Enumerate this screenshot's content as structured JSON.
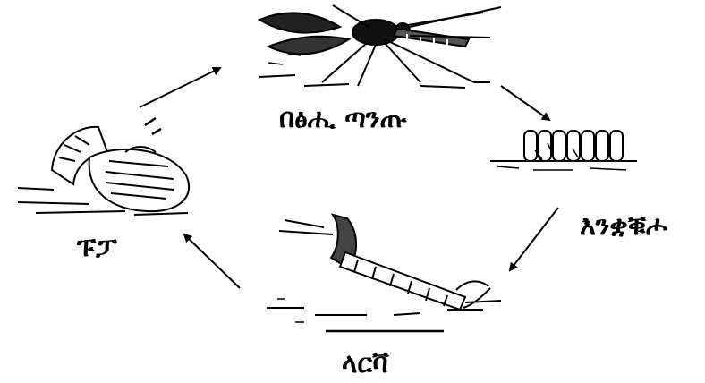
{
  "diagram": {
    "stages": {
      "adult": "በፅሒ ጣንጡ",
      "eggs": "እንቋቑሖ",
      "larva": "ላርቫ",
      "pupa": "ፑፓ"
    },
    "ink_color": "#000000",
    "background": "#ffffff",
    "cycle_direction": "clockwise"
  }
}
